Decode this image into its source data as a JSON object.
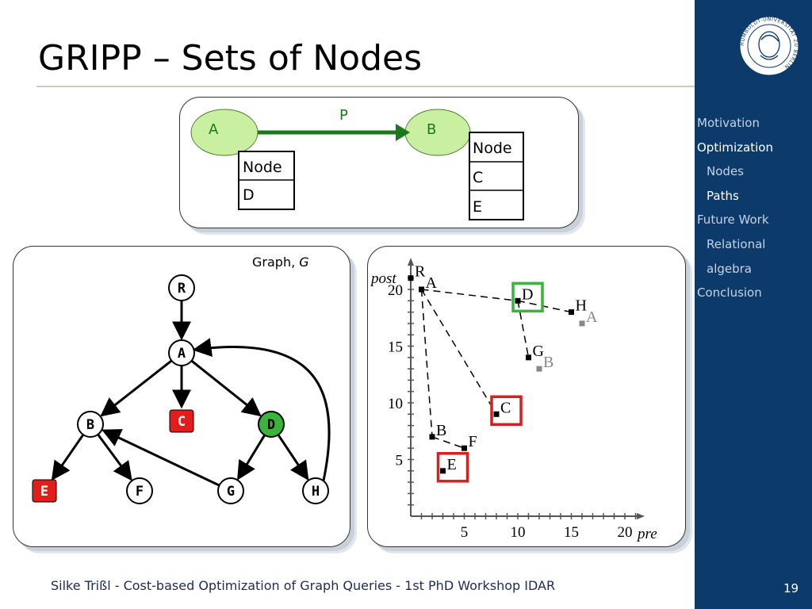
{
  "slide": {
    "title": "GRIPP – Sets of Nodes",
    "footer": "Silke Trißl - Cost-based Optimization of Graph Queries - 1st PhD Workshop IDAR",
    "page_number": "19"
  },
  "sidebar": {
    "logo_icon": "university-seal-icon",
    "logo_text": "HUMBOLDT-UNIVERSITÄT ZU BERLIN",
    "items": [
      {
        "label": "Motivation",
        "active": false
      },
      {
        "label": "Optimization",
        "active": true
      },
      {
        "label": "Nodes",
        "active": false
      },
      {
        "label": "Paths",
        "active": true
      },
      {
        "label": "Future Work",
        "active": false
      },
      {
        "label": "Relational",
        "active": false
      },
      {
        "label": "algebra",
        "active": false
      },
      {
        "label": "Conclusion",
        "active": false
      }
    ]
  },
  "query": {
    "start_node": "A",
    "end_node": "B",
    "edge_label": "P",
    "start_table": {
      "header": "Node",
      "rows": [
        "D"
      ]
    },
    "end_table": {
      "header": "Node",
      "rows": [
        "C",
        "E"
      ]
    },
    "colors": {
      "node_fill": "#c8f0a0",
      "edge": "#1a7a1a",
      "label": "#1a7a1a"
    }
  },
  "graph": {
    "label_prefix": "Graph, ",
    "label_var": "G",
    "nodes": [
      {
        "id": "R",
        "highlight": "none"
      },
      {
        "id": "A",
        "highlight": "none"
      },
      {
        "id": "B",
        "highlight": "none"
      },
      {
        "id": "C",
        "highlight": "red"
      },
      {
        "id": "D",
        "highlight": "green"
      },
      {
        "id": "E",
        "highlight": "red"
      },
      {
        "id": "F",
        "highlight": "none"
      },
      {
        "id": "G",
        "highlight": "none"
      },
      {
        "id": "H",
        "highlight": "none"
      }
    ],
    "edges": [
      [
        "R",
        "A"
      ],
      [
        "A",
        "B"
      ],
      [
        "A",
        "C"
      ],
      [
        "A",
        "D"
      ],
      [
        "B",
        "E"
      ],
      [
        "B",
        "F"
      ],
      [
        "D",
        "G"
      ],
      [
        "D",
        "H"
      ],
      [
        "G",
        "B"
      ],
      [
        "H",
        "A"
      ]
    ],
    "colors": {
      "red": "#e31c1c",
      "green": "#3ab43a"
    }
  },
  "plot": {
    "x_label": "pre",
    "y_label": "post",
    "x_ticks": [
      "5",
      "10",
      "15",
      "20"
    ],
    "y_ticks": [
      "5",
      "10",
      "15",
      "20"
    ],
    "points": [
      {
        "label": "R",
        "pre": 0,
        "post": 21,
        "gray": false,
        "box": "none"
      },
      {
        "label": "A",
        "pre": 1,
        "post": 20,
        "gray": false,
        "box": "none"
      },
      {
        "label": "B",
        "pre": 2,
        "post": 7,
        "gray": false,
        "box": "none"
      },
      {
        "label": "E",
        "pre": 3,
        "post": 4,
        "gray": false,
        "box": "red"
      },
      {
        "label": "F",
        "pre": 5,
        "post": 6,
        "gray": false,
        "box": "none"
      },
      {
        "label": "C",
        "pre": 8,
        "post": 9,
        "gray": false,
        "box": "red"
      },
      {
        "label": "D",
        "pre": 10,
        "post": 19,
        "gray": false,
        "box": "green"
      },
      {
        "label": "G",
        "pre": 11,
        "post": 14,
        "gray": false,
        "box": "none"
      },
      {
        "label": "B",
        "pre": 12,
        "post": 13,
        "gray": true,
        "box": "none"
      },
      {
        "label": "H",
        "pre": 15,
        "post": 18,
        "gray": false,
        "box": "none"
      },
      {
        "label": "A",
        "pre": 16,
        "post": 17,
        "gray": true,
        "box": "none"
      }
    ],
    "dashed_links": [
      [
        1,
        2
      ],
      [
        2,
        4
      ],
      [
        1,
        5
      ],
      [
        1,
        6
      ],
      [
        6,
        7
      ],
      [
        6,
        9
      ]
    ],
    "colors": {
      "red": "#d42020",
      "green": "#3ab43a",
      "gray": "#888888"
    }
  }
}
